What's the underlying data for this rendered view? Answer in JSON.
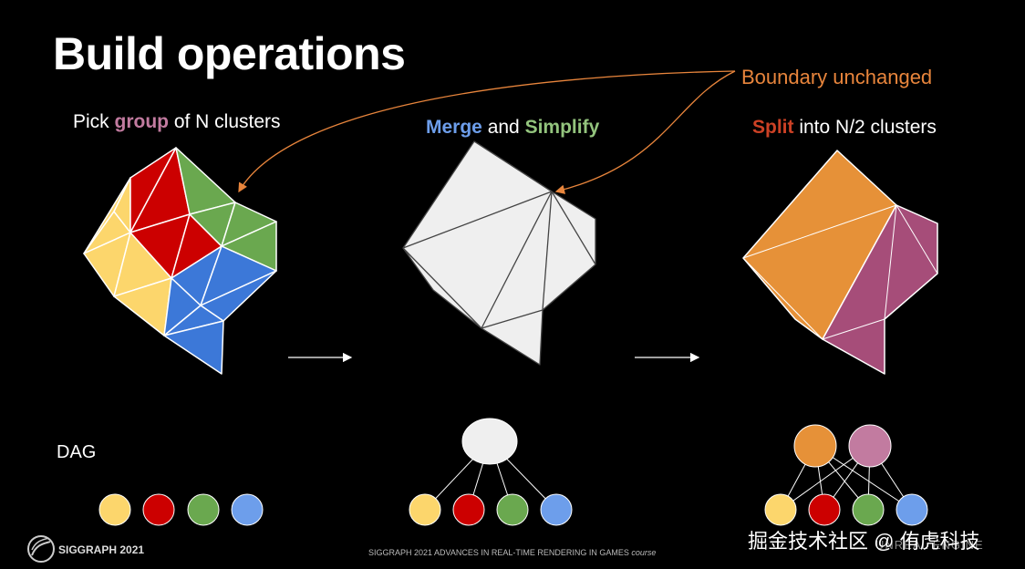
{
  "title": "Build operations",
  "annotation": "Boundary unchanged",
  "step1": {
    "pre": "Pick ",
    "highlight": "group",
    "post": " of N clusters"
  },
  "step2": {
    "merge": "Merge",
    "and": " and ",
    "simplify": "Simplify"
  },
  "step3": {
    "split": "Split",
    "post": " into N/2 clusters"
  },
  "dag_label": "DAG",
  "footer": {
    "brand": "SIGGRAPH 2021",
    "course": "SIGGRAPH 2021 ADVANCES IN REAL-TIME RENDERING IN GAMES ",
    "course_suffix": "course"
  },
  "watermark": "掘金技术社区 @ 侑虎科技",
  "engine_mark": "UNREAL ENGINE",
  "colors": {
    "yellow": "#fcd66c",
    "red": "#cc0000",
    "green": "#6aa84f",
    "blue": "#3c78d8",
    "light_blue": "#6d9eeb",
    "orange": "#e69138",
    "pink": "#c27ba0",
    "magenta": "#a64d79",
    "gray": "#efefef",
    "accent": "#e8853c"
  }
}
